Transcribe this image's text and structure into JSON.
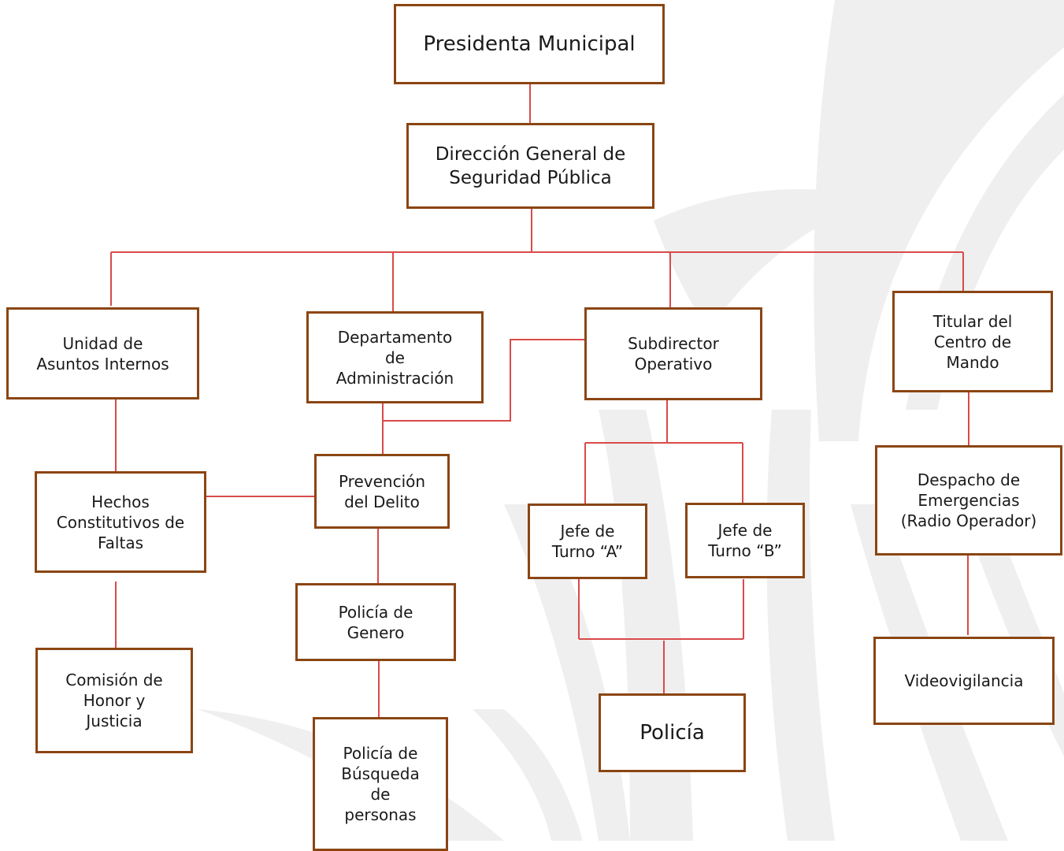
{
  "colors": {
    "box_border": "#8b4513",
    "connector": "#d94a4a",
    "watermark": "#ededed",
    "background": "#ffffff"
  },
  "nodes": {
    "presidenta": "Presidenta Municipal",
    "direccion": "Dirección General de\nSeguridad Pública",
    "asuntos": "Unidad de\nAsuntos Internos",
    "administracion": "Departamento\nde\nAdministración",
    "subdirector": "Subdirector\nOperativo",
    "titular": "Titular del\nCentro de\nMando",
    "hechos": "Hechos\nConstitutivos de\nFaltas",
    "prevencion": "Prevención\ndel Delito",
    "despacho": "Despacho de\nEmergencias\n(Radio Operador)",
    "jefe_a": "Jefe de\nTurno “A”",
    "jefe_b": "Jefe de\nTurno “B”",
    "policia_genero": "Policía de\nGenero",
    "comision": "Comisión de\nHonor y\nJusticia",
    "policia_busqueda": "Policía de\nBúsqueda\nde\npersonas",
    "policia": "Policía",
    "videovigilancia": "Videovigilancia"
  }
}
